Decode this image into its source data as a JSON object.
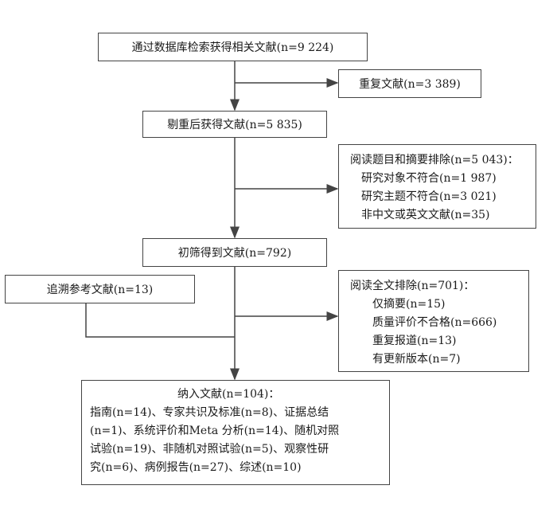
{
  "boxes": {
    "b1": "通过数据库检索获得相关文献(n=9 224)",
    "b2": "重复文献(n=3 389)",
    "b3": "剔重后获得文献(n=5 835)",
    "b4": {
      "title": "阅读题目和摘要排除(n=5 043)：",
      "items": [
        "研究对象不符合(n=1 987)",
        "研究主题不符合(n=3 021)",
        "非中文或英文文献(n=35)"
      ]
    },
    "b5": "初筛得到文献(n=792)",
    "b6": "追溯参考文献(n=13)",
    "b7": {
      "title": "阅读全文排除(n=701)：",
      "items": [
        "仅摘要(n=15)",
        "质量评价不合格(n=666)",
        "重复报道(n=13)",
        "有更新版本(n=7)"
      ]
    },
    "b8": {
      "title": "纳入文献(n=104)：",
      "lines": [
        "指南(n=14)、专家共识及标准(n=8)、证据总结",
        "(n=1)、系统评价和Meta 分析(n=14)、随机对照",
        "试验(n=19)、非随机对照试验(n=5)、观察性研",
        "究(n=6)、病例报告(n=27)、综述(n=10)"
      ]
    }
  },
  "colors": {
    "stroke": "#444444",
    "text": "#1a1a1a"
  }
}
